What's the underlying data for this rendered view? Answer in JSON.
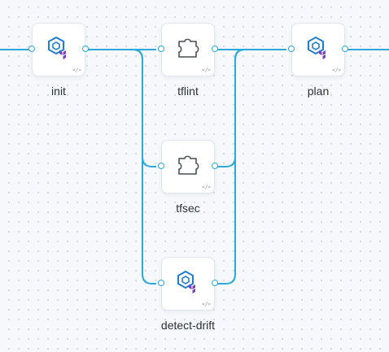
{
  "canvas": {
    "edge_color": "#2aa9dc",
    "background": "#f6f8fb"
  },
  "nodes": {
    "init": {
      "label": "init",
      "icon": "terraform-icon",
      "badge": "</>"
    },
    "tflint": {
      "label": "tflint",
      "icon": "plugin-icon",
      "badge": "</>"
    },
    "plan": {
      "label": "plan",
      "icon": "terraform-icon",
      "badge": "</>"
    },
    "tfsec": {
      "label": "tfsec",
      "icon": "plugin-icon",
      "badge": "</>"
    },
    "detect_drift": {
      "label": "detect-drift",
      "icon": "terraform-icon",
      "badge": "</>"
    }
  },
  "colors": {
    "terraform_purple": "#7b42bc",
    "icon_blue": "#1f7fd1",
    "plugin_gray": "#4a4f58"
  }
}
